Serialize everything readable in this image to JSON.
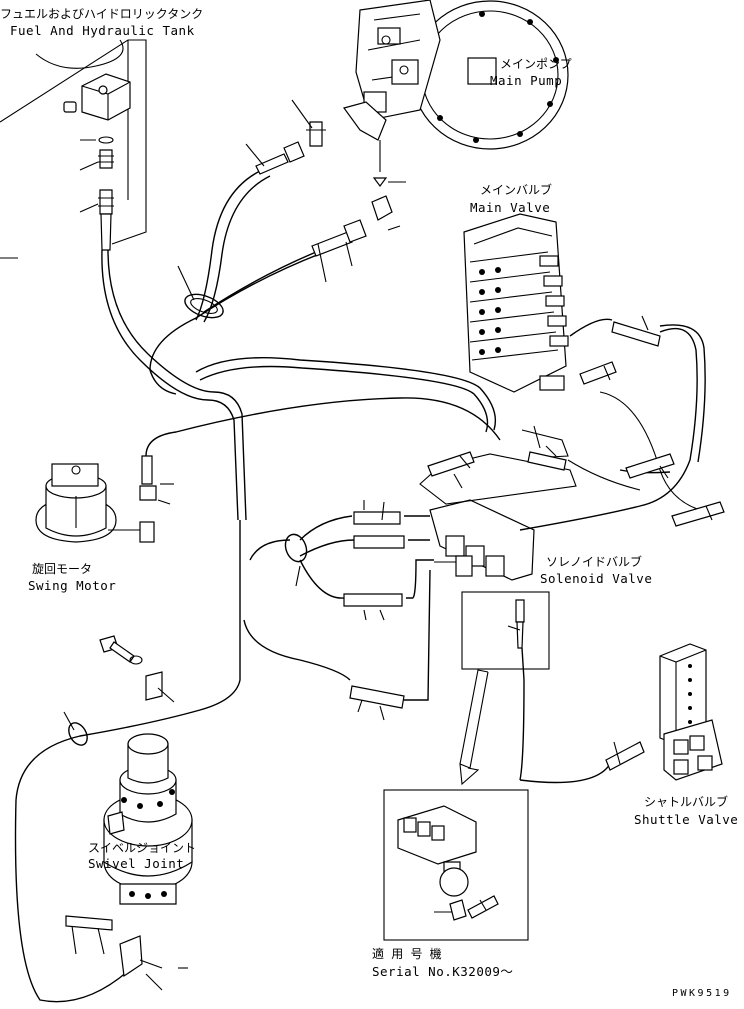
{
  "labels": {
    "fuel_tank_jp": "フュエルおよびハイドロリックタンク",
    "fuel_tank_en": "Fuel And Hydraulic Tank",
    "main_pump_jp": "メインポンプ",
    "main_pump_en": "Main Pump",
    "main_valve_jp": "メインバルブ",
    "main_valve_en": "Main Valve",
    "swing_motor_jp": "旋回モータ",
    "swing_motor_en": "Swing Motor",
    "solenoid_jp": "ソレノイドバルブ",
    "solenoid_en": "Solenoid Valve",
    "shuttle_jp": "シャトルバルブ",
    "shuttle_en": "Shuttle Valve",
    "swivel_jp": "スイベルジョイント",
    "swivel_en": "Swivel Joint",
    "serial_jp": "適 用 号 機",
    "serial_en": "Serial No.K32009～",
    "drawing_code": "PWK9519"
  }
}
